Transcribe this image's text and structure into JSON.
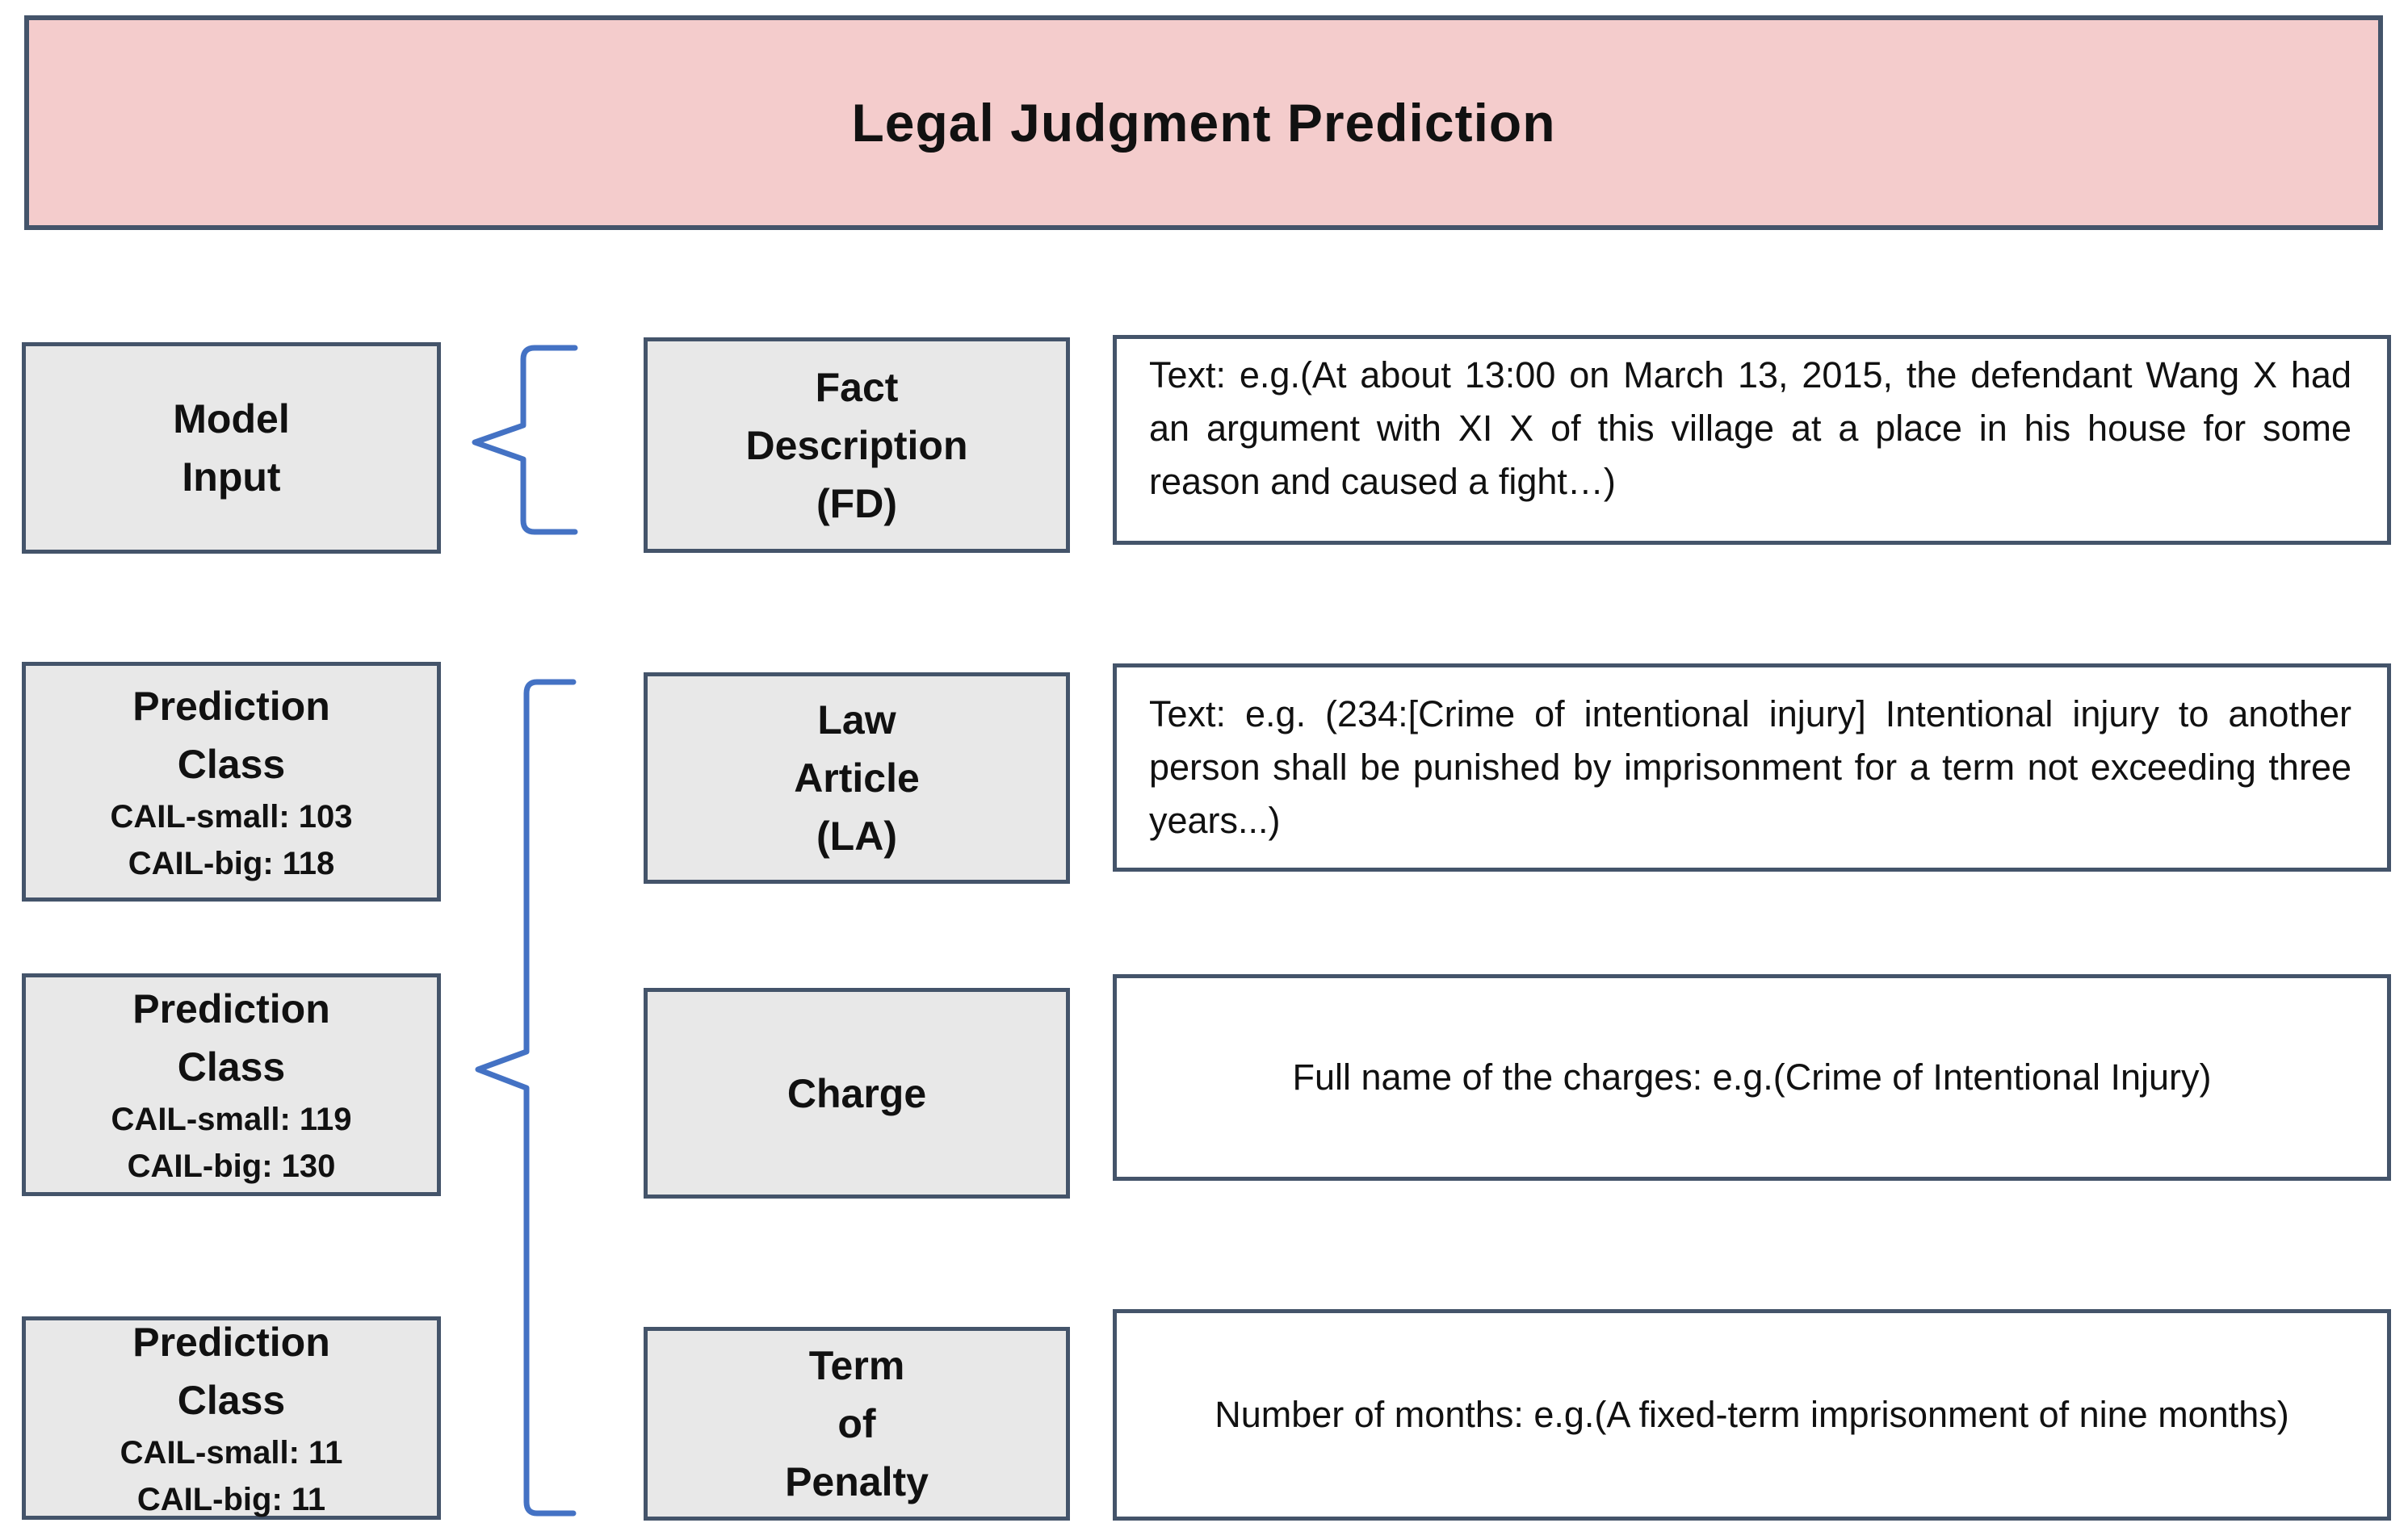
{
  "colors": {
    "title_bg": "#f4cccc",
    "border": "#44546a",
    "box_bg": "#e8e8e8",
    "white_bg": "#ffffff",
    "brace": "#4472c4",
    "text": "#111111"
  },
  "title": {
    "text": "Legal Judgment Prediction"
  },
  "row1": {
    "left": {
      "line1": "Model",
      "line2": "Input"
    },
    "middle": {
      "line1": "Fact",
      "line2": "Description",
      "line3": "(FD)"
    },
    "right": "Text: e.g.(At about 13:00 on March 13, 2015, the defendant Wang X had an argument with XI X of this village at a place in his house for some reason and caused a fight…)"
  },
  "row2": {
    "left": {
      "line1": "Prediction",
      "line2": "Class",
      "small": "CAIL-small: 103",
      "big": "CAIL-big: 118"
    },
    "middle": {
      "line1": "Law",
      "line2": "Article",
      "line3": "(LA)"
    },
    "right": "Text: e.g. (234:[Crime of intentional injury] Intentional injury to another person shall be punished by imprisonment for a term not exceeding three years...)"
  },
  "row3": {
    "left": {
      "line1": "Prediction",
      "line2": "Class",
      "small": "CAIL-small: 119",
      "big": "CAIL-big: 130"
    },
    "middle": {
      "line1": "Charge"
    },
    "right": "Full name of the charges: e.g.(Crime of Intentional Injury)"
  },
  "row4": {
    "left": {
      "line1": "Prediction",
      "line2": "Class",
      "small": "CAIL-small: 11",
      "big": "CAIL-big: 11"
    },
    "middle": {
      "line1": "Term",
      "line2": "of",
      "line3": "Penalty"
    },
    "right": "Number of months: e.g.(A fixed-term imprisonment of nine months)"
  }
}
